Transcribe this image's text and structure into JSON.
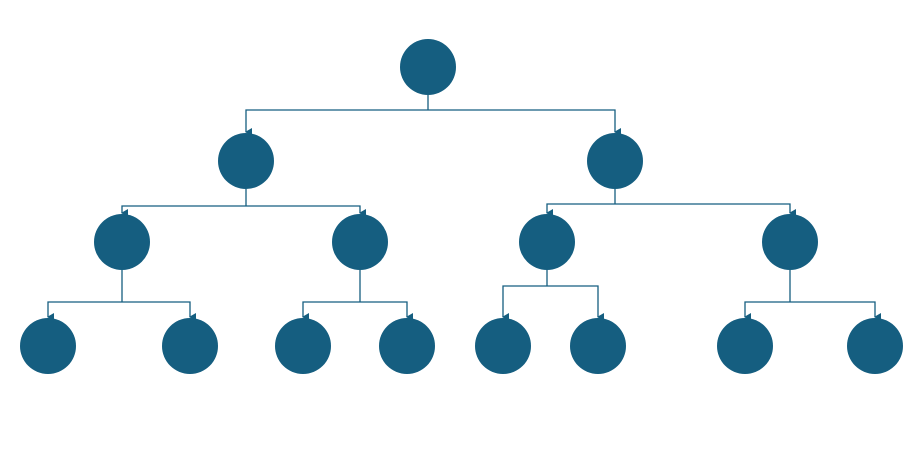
{
  "diagram": {
    "type": "tree",
    "node_color": "#155e80",
    "edge_color": "#155e80",
    "background": "#ffffff",
    "root": "n0",
    "levels": [
      [
        "n0"
      ],
      [
        "n1",
        "n2"
      ],
      [
        "n3",
        "n4",
        "n5",
        "n6"
      ],
      [
        "n7",
        "n8",
        "n9",
        "n10",
        "n11",
        "n12",
        "n13",
        "n14"
      ]
    ],
    "edges": [
      [
        "n0",
        "n1"
      ],
      [
        "n0",
        "n2"
      ],
      [
        "n1",
        "n3"
      ],
      [
        "n1",
        "n4"
      ],
      [
        "n2",
        "n5"
      ],
      [
        "n2",
        "n6"
      ],
      [
        "n3",
        "n7"
      ],
      [
        "n3",
        "n8"
      ],
      [
        "n4",
        "n9"
      ],
      [
        "n4",
        "n10"
      ],
      [
        "n5",
        "n11"
      ],
      [
        "n5",
        "n12"
      ],
      [
        "n6",
        "n13"
      ],
      [
        "n6",
        "n14"
      ]
    ]
  }
}
